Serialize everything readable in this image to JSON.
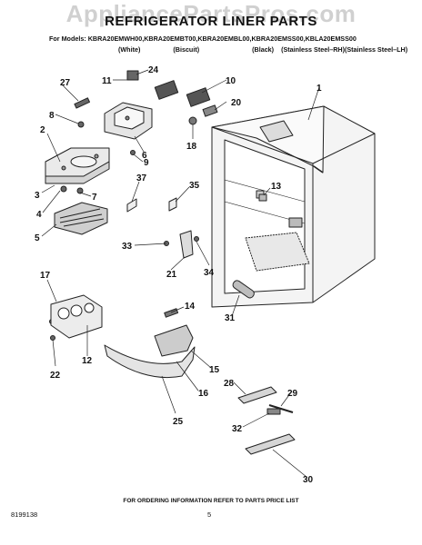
{
  "watermark": "AppliancePartsPros.com",
  "title": "REFRIGERATOR LINER PARTS",
  "models_line": "For Models: KBRA20EMWH00,KBRA20EMBT00,KBRA20EMBL00,KBRA20EMSS00,KBLA20EMSS00",
  "finishes": [
    "(White)",
    "(Biscuit)",
    "(Black)",
    "(Stainless Steel–RH)(Stainless Steel–LH)"
  ],
  "callouts": [
    "1",
    "2",
    "3",
    "4",
    "5",
    "6",
    "7",
    "8",
    "9",
    "10",
    "11",
    "12",
    "13",
    "14",
    "15",
    "16",
    "17",
    "18",
    "20",
    "21",
    "22",
    "24",
    "25",
    "27",
    "28",
    "29",
    "30",
    "31",
    "32",
    "33",
    "34",
    "35",
    "37"
  ],
  "footer_note": "FOR ORDERING INFORMATION REFER TO PARTS PRICE LIST",
  "doc_number": "8199138",
  "page_number": "5"
}
